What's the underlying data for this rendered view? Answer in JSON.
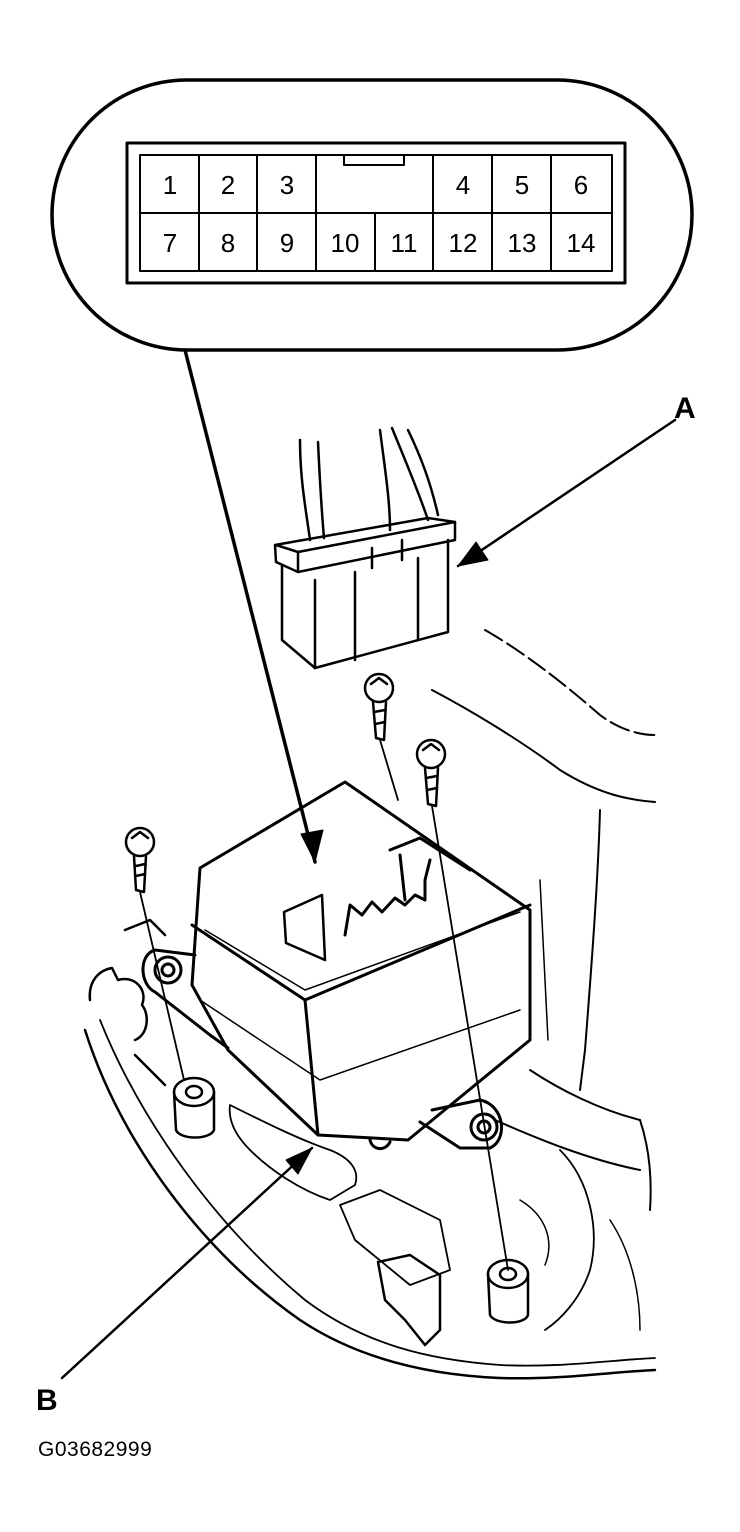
{
  "callouts": {
    "a": "A",
    "b": "B"
  },
  "figure_code": "G03682999",
  "connector_pins": {
    "top_row": [
      "1",
      "2",
      "3",
      "4",
      "5",
      "6"
    ],
    "bottom_row": [
      "7",
      "8",
      "9",
      "10",
      "11",
      "12",
      "13",
      "14"
    ]
  }
}
